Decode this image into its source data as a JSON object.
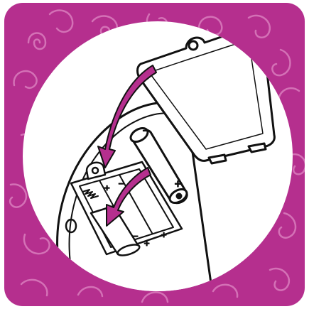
{
  "illustration": {
    "polarity_marks": [
      "−",
      "+",
      "+",
      "−",
      "+",
      "−",
      "+"
    ],
    "colors": {
      "background": "#b52f8e",
      "swirl": "#d471b6",
      "circle": "#ffffff",
      "outline": "#111111",
      "arrow": "#b52f8e"
    },
    "icons": [
      "swirl-pattern",
      "battery-cover",
      "aa-battery",
      "battery-compartment",
      "insert-arrow"
    ]
  }
}
